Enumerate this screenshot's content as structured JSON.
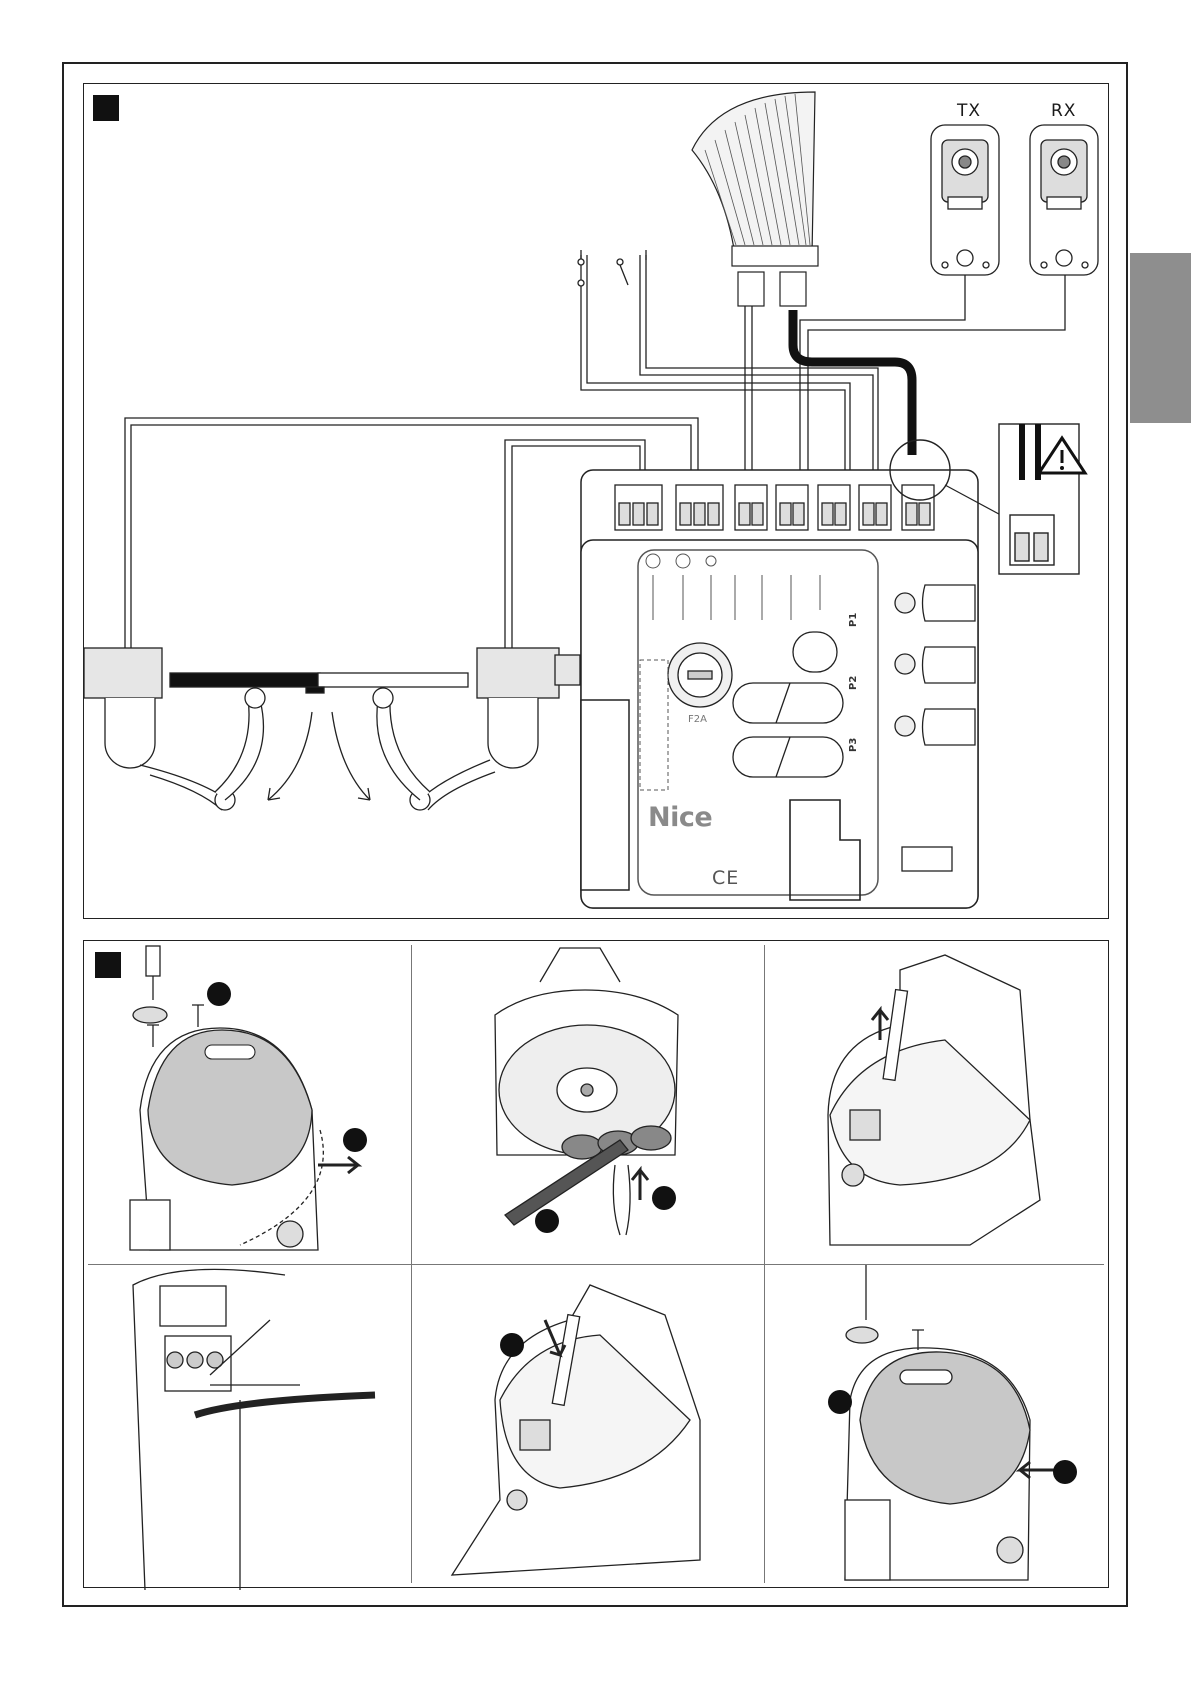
{
  "page": {
    "tab_color": "#8e8e8e",
    "frame_color": "#222222"
  },
  "figure_a": {
    "marker": "square-figure-marker",
    "tx_label": "TX",
    "rx_label": "RX",
    "brand": "Nice",
    "fuse_label": "F2A",
    "ce_label": "CE",
    "outputs": [
      "P1",
      "P2",
      "P3"
    ]
  },
  "figure_b": {
    "marker": "square-figure-marker",
    "steps": [
      {
        "name": "remove-cover",
        "icons": [
          "screwdriver-icon",
          "screw-icon",
          "arrow-icon"
        ]
      },
      {
        "name": "pierce-membrane",
        "icons": [
          "screwdriver-icon",
          "arrow-icon"
        ]
      },
      {
        "name": "open-terminal",
        "icons": [
          "screwdriver-icon",
          "arrow-icon"
        ]
      },
      {
        "name": "connect-cable",
        "icons": [
          "terminal-block-icon"
        ]
      },
      {
        "name": "fasten-terminal",
        "icons": [
          "screwdriver-icon",
          "arrow-icon"
        ]
      },
      {
        "name": "refit-cover",
        "icons": [
          "screwdriver-icon",
          "screw-icon",
          "arrow-icon"
        ]
      }
    ]
  }
}
